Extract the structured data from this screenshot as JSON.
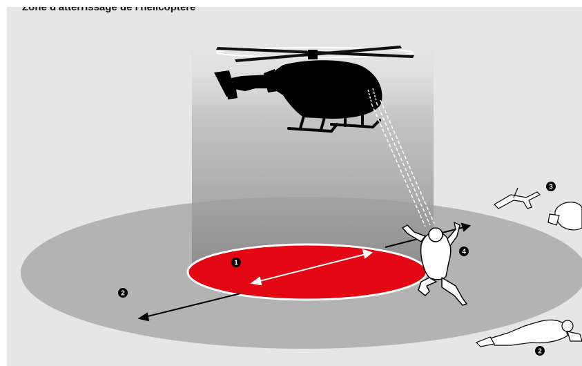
{
  "title": "Zone d'atterrissage de l'hélicoptère",
  "markers": {
    "landing_zone": "1",
    "safety_perimeter": "2",
    "debris": "3",
    "marshaller": "4",
    "victim": "2"
  },
  "colors": {
    "background": "#e6e6e6",
    "outer_zone": "#b3b3b3",
    "landing_pad": "#e30613",
    "helicopter": "#000000",
    "marker_fill": "#000000"
  },
  "icons": {
    "helicopter": "helicopter-icon",
    "marshaller": "marshaller-figure-icon",
    "victim": "lying-victim-icon",
    "debris": "debris-icon",
    "backpack": "backpack-icon"
  }
}
